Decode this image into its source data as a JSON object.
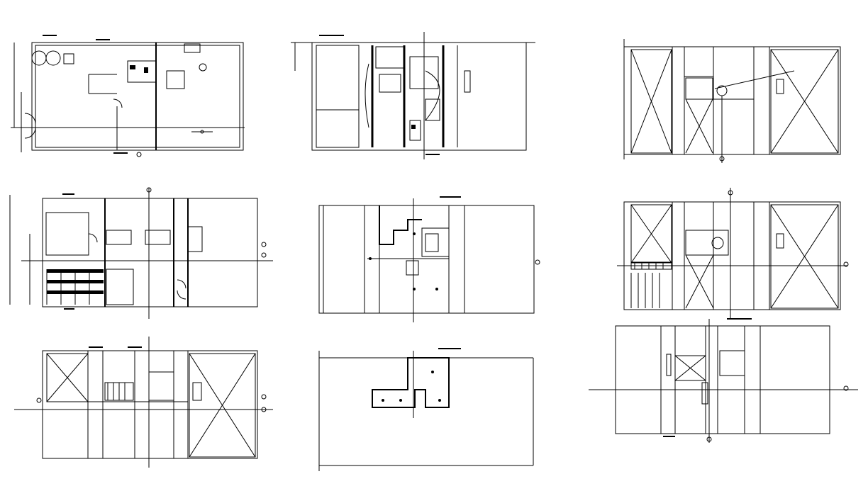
{
  "drawing": {
    "background": "#ffffff",
    "line_color": "#000000",
    "sheet_panels": [
      {
        "id": "ground-floor-plan"
      },
      {
        "id": "ground-floor-electrical-plan"
      },
      {
        "id": "roof-plan-upper"
      },
      {
        "id": "first-floor-plan"
      },
      {
        "id": "first-floor-electrical-plan"
      },
      {
        "id": "roof-plan-middle"
      },
      {
        "id": "second-floor-plan"
      },
      {
        "id": "upper-floor-electrical-plan"
      },
      {
        "id": "roof-plan-lower"
      }
    ]
  }
}
